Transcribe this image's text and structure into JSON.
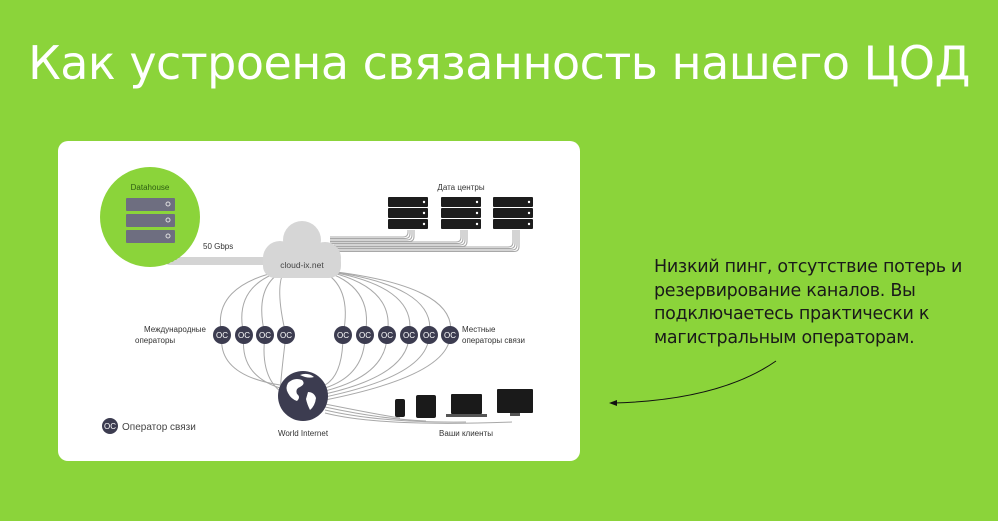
{
  "header": {
    "title": "Как устроена связанность нашего ЦОД"
  },
  "diagram": {
    "datahouse_label": "Datahouse",
    "bandwidth_label": "50 Gbps",
    "cloud_label": "cloud-ix.net",
    "datacenters_label": "Дата центры",
    "international_label_line1": "Международные",
    "international_label_line2": "операторы",
    "local_label_line1": "Местные",
    "local_label_line2": "операторы связи",
    "world_internet_label": "World Internet",
    "clients_label": "Ваши клиенты",
    "legend_label": "Оператор связи",
    "operator_icon_text": "OC"
  },
  "description": {
    "text": "Низкий пинг, отсутствие потерь и резервирование каналов. Вы подключаетесь практически к магистральным операторам."
  },
  "colors": {
    "background": "#8bd43a",
    "operator": "#3c3c50",
    "line": "#a8a8a8"
  }
}
